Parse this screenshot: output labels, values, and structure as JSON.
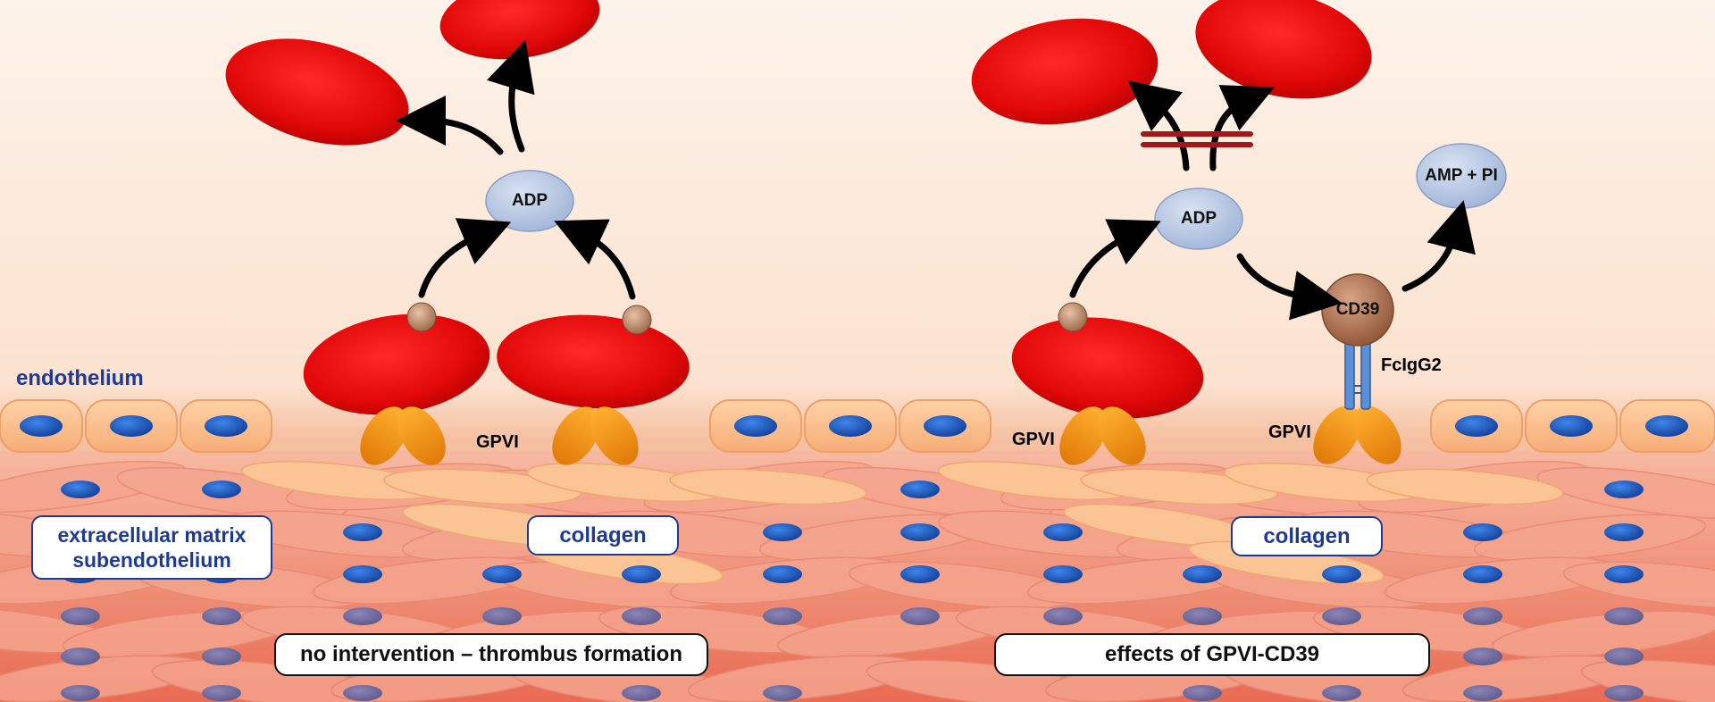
{
  "labels": {
    "endothelium": "endothelium",
    "ecm_line1": "extracellular matrix",
    "ecm_line2": "subendothelium",
    "collagen_left": "collagen",
    "collagen_right": "collagen",
    "gpvi_left": "GPVI",
    "gpvi_mid": "GPVI",
    "gpvi_right": "GPVI",
    "fcigg2": "FcIgG2",
    "adp_left": "ADP",
    "adp_right": "ADP",
    "amp_pi": "AMP + PI",
    "cd39": "CD39",
    "caption_left": "no intervention – thrombus formation",
    "caption_right": "effects of GPVI-CD39"
  },
  "colors": {
    "platelet_red": "#e10c0c",
    "receptor_orange": "#f39a10",
    "nucleus_blue": "#1f5fc8",
    "label_blue": "#1f3a93",
    "oval_fill": "#b8c8e4",
    "cd39_brown": "#b07050",
    "inhibition_mark": "#a01818"
  }
}
